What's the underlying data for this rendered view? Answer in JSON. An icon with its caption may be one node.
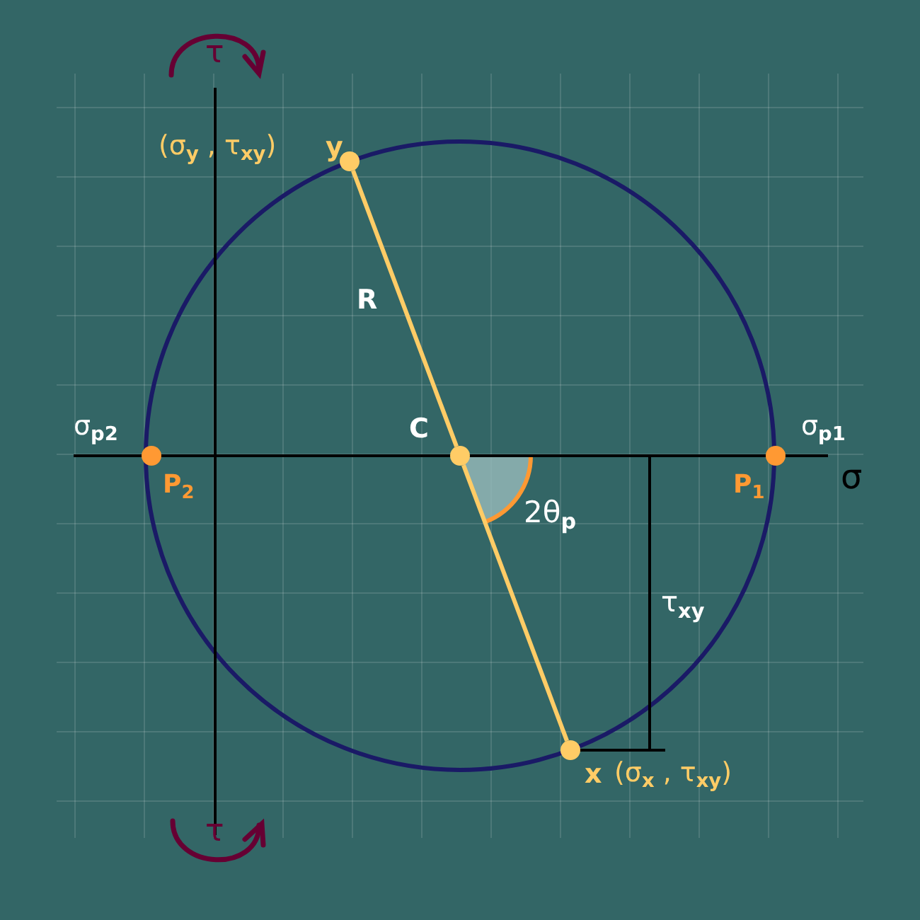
{
  "diagram": {
    "nodes": [
      {
        "text": [
          "y"
        ],
        "beside": [
          "(σ$_{y}$ , τ$_{xy}$)"
        ]
      },
      {
        "text": [
          "C"
        ]
      },
      {
        "text": [
          "x"
        ],
        "beside": [
          "(σ$_{x}$ , τ$_{xy}$)"
        ]
      },
      {
        "text": [
          "P$_{1}$"
        ],
        "beside": [
          "σ$_{p1}$"
        ]
      },
      {
        "text": [
          "P$_{2}$"
        ],
        "beside": [
          "σ$_{p2}$"
        ]
      }
    ],
    "edges": [
      {
        "from": 0,
        "to": 1,
        "arrow": "none",
        "label": "R"
      },
      {
        "from": 1,
        "to": 2,
        "arrow": "none"
      }
    ],
    "labels": [
      "τ",
      "σ",
      "2θ$_{p}$",
      "τ$_{xy}$",
      "τ"
    ]
  }
}
